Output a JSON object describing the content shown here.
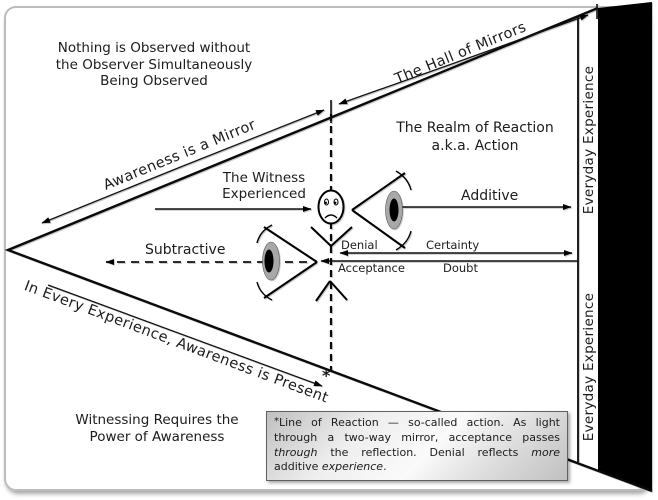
{
  "colors": {
    "line": "#000000",
    "frame_border": "#bcbcbc",
    "shadow": "#c9c9c9",
    "mirror_wedge": "#000000",
    "iris": "#a8a8a8",
    "pupil": "#000000",
    "note_border": "#606060",
    "note_bg_light": "#fafafa",
    "note_bg_dark": "#bfbfbf"
  },
  "labels": {
    "nothing_observed": [
      "Nothing is Observed without",
      "the Observer Simultaneously",
      "Being Observed"
    ],
    "hall_of_mirrors": "The Hall of Mirrors",
    "awareness_mirror": "Awareness is a Mirror",
    "realm_of_reaction": [
      "The Realm of Reaction",
      "a.k.a. Action"
    ],
    "witness": [
      "The Witness",
      "Experienced"
    ],
    "additive": "Additive",
    "subtractive": "Subtractive",
    "denial": "Denial",
    "certainty": "Certainty",
    "acceptance": "Acceptance",
    "doubt": "Doubt",
    "in_every_experience": "In Every Experience, Awareness is Present",
    "everyday_experience_top": "Everyday Experience",
    "everyday_experience_bottom": "Everyday Experience",
    "witnessing": [
      "Witnessing Requires the",
      "Power of Awareness"
    ],
    "reaction_asterisk": "*"
  },
  "footnote": {
    "marker": "*",
    "segments": [
      "Line of Reaction — so-called action. As light through a two-way mirror, acceptance passes ",
      "through",
      " the reflection. Denial reflects ",
      "more",
      " additive ",
      "experience",
      "."
    ]
  }
}
